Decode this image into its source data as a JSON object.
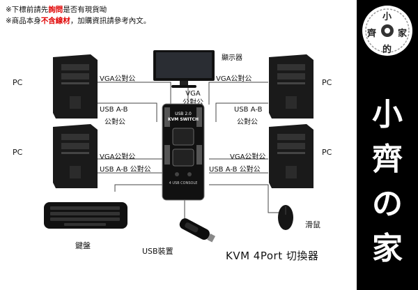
{
  "notes": {
    "line1_a": "※下標前請先",
    "line1_b": "詢問",
    "line1_c": "是否有現貨呦",
    "line2_a": "※商品本身",
    "line2_b": "不含線材",
    "line2_c": "，加購資訊請參考內文。"
  },
  "labels": {
    "monitor": "顯示器",
    "vga_monitor": "VGA\n公對公",
    "vga_mm": "VGA公對公",
    "usb_ab": "USB A-B",
    "mm": "公對公",
    "usb_ab_mm": "USB A-B 公對公",
    "pc": "PC",
    "keyboard": "鍵盤",
    "mouse": "滑鼠",
    "usb_device": "USB裝置"
  },
  "device": {
    "top_text": "USB 2.0",
    "name": "KVM SWITCH",
    "bottom_text": "4 USB CONSOLE"
  },
  "caption": "KVM  4Port  切換器",
  "brand": {
    "chars": [
      "小",
      "齊",
      "の",
      "家"
    ],
    "seal": [
      "小",
      "齊",
      "家",
      "的"
    ]
  },
  "colors": {
    "accent_red": "#e00000",
    "brand_bg": "#000000",
    "brand_text": "#ffffff"
  }
}
